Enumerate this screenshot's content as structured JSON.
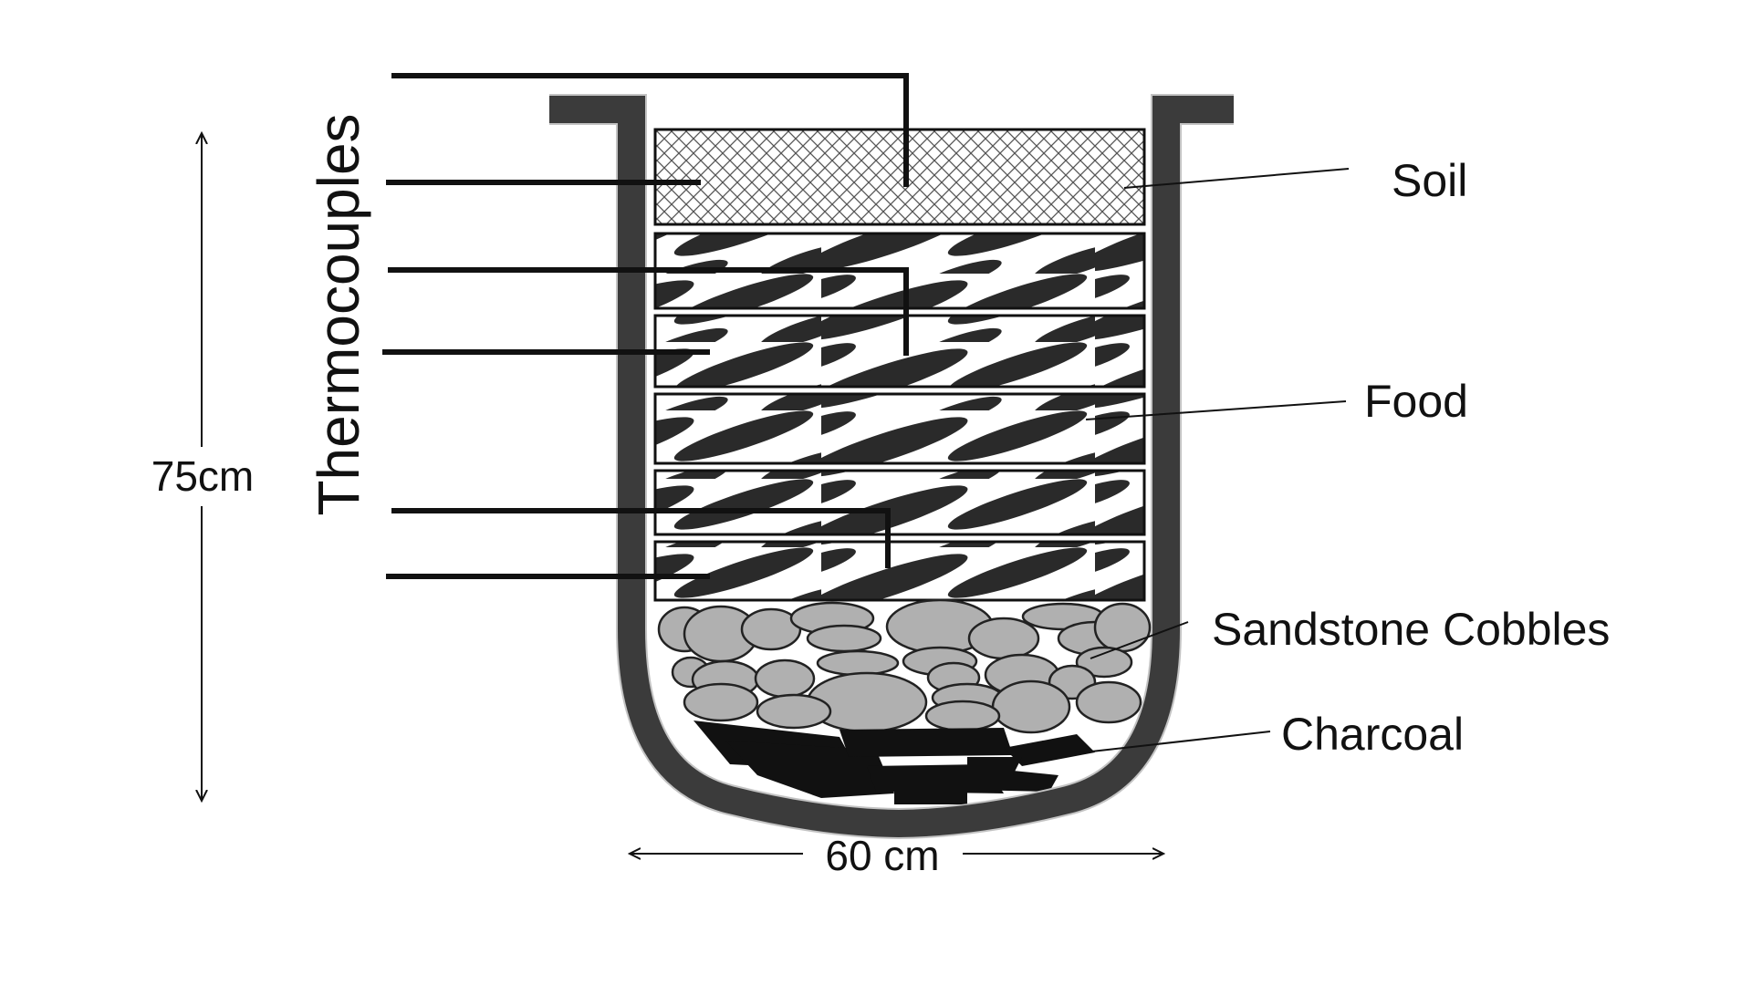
{
  "labels": {
    "thermocouples": "Thermocouples",
    "soil": "Soil",
    "food": "Food",
    "sandstone_cobbles": "Sandstone Cobbles",
    "charcoal": "Charcoal",
    "height_dimension": "75cm",
    "width_dimension": "60 cm"
  },
  "colors": {
    "pit_wall": "#4a4a4a",
    "ink": "#111111",
    "cobble_fill": "#b0b0b0",
    "food_dark": "#2a2a2a",
    "soil_hatch": "#555555"
  },
  "layers": [
    "soil",
    "food",
    "food",
    "food",
    "food",
    "food",
    "sandstone-cobbles",
    "charcoal"
  ]
}
